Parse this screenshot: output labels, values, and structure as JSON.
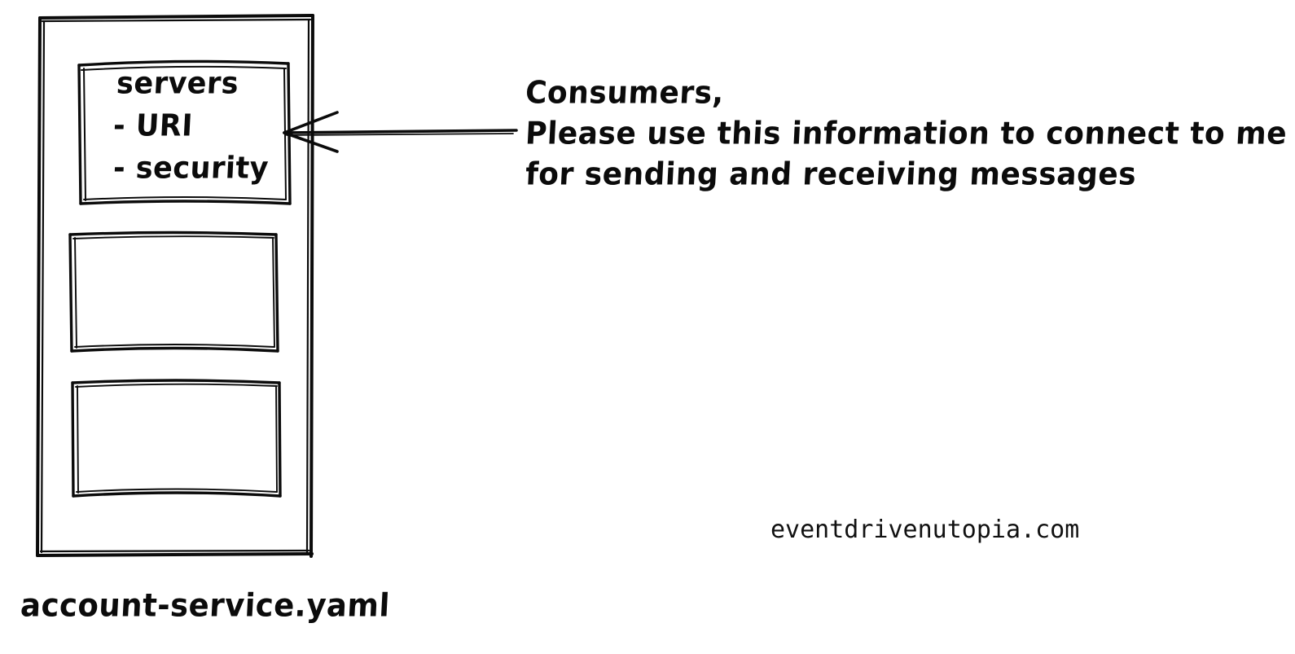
{
  "diagram": {
    "title_caption": "account-service.yaml",
    "watermark": "eventdrivenutopia.com",
    "outer_container": {
      "name": "account-service-document",
      "sections": [
        {
          "id": "servers-section",
          "heading": "servers",
          "items": [
            "- URI",
            "- security"
          ]
        },
        {
          "id": "section-two",
          "heading": "",
          "items": []
        },
        {
          "id": "section-three",
          "heading": "",
          "items": []
        }
      ]
    },
    "annotation": {
      "lines": [
        "Consumers,",
        "Please use this information to connect to me",
        "for sending and receiving messages"
      ],
      "arrow": {
        "direction": "left",
        "points_to": "servers-section"
      }
    },
    "colors": {
      "ink": "#0b0b0b",
      "background": "#ffffff"
    }
  }
}
